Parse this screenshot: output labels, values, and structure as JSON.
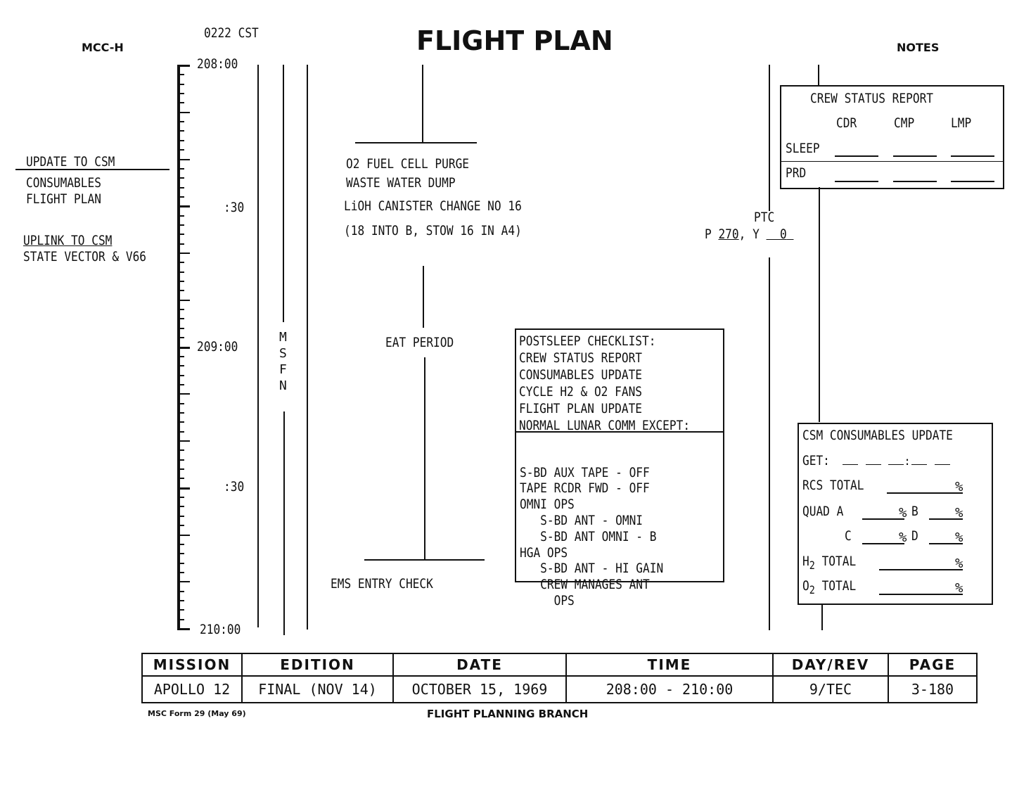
{
  "header": {
    "org": "MCC-H",
    "time_zone": "0222 CST",
    "title": "FLIGHT PLAN",
    "notes": "NOTES"
  },
  "timeline": {
    "t0": "208:00",
    "t1": ":30",
    "t2": "209:00",
    "t3": ":30",
    "t4": "210:00",
    "station": [
      "M",
      "S",
      "F",
      "N"
    ]
  },
  "left_notes": {
    "update_heading": "UPDATE TO CSM",
    "update_items": [
      "CONSUMABLES",
      "FLIGHT PLAN"
    ],
    "uplink_heading": "UPLINK TO CSM",
    "uplink_item": "STATE VECTOR & V66"
  },
  "activities": {
    "line1": "O2 FUEL CELL PURGE",
    "line2": "WASTE WATER DUMP",
    "line3": "LiOH CANISTER CHANGE NO 16",
    "line4": "(18 INTO B, STOW 16 IN A4)",
    "eat": "EAT PERIOD",
    "ems": "EMS ENTRY CHECK"
  },
  "ptc": {
    "label": "PTC",
    "p_prefix": "P ",
    "p_value": "270",
    "y_prefix": ", Y ",
    "y_value": "0"
  },
  "postsleep": {
    "items": [
      "POSTSLEEP CHECKLIST:",
      "CREW STATUS REPORT",
      "CONSUMABLES UPDATE",
      "CYCLE H2 & O2 FANS",
      "FLIGHT PLAN UPDATE",
      "NORMAL LUNAR COMM EXCEPT:"
    ],
    "sub": [
      "S-BD AUX TAPE - OFF",
      "TAPE RCDR FWD - OFF",
      "OMNI OPS",
      "   S-BD ANT - OMNI",
      "   S-BD ANT OMNI - B",
      "HGA OPS",
      "   S-BD ANT - HI GAIN",
      "   CREW MANAGES ANT",
      "     OPS"
    ]
  },
  "crew_status": {
    "title": "CREW STATUS REPORT",
    "cols": [
      "CDR",
      "CMP",
      "LMP"
    ],
    "rows": [
      "SLEEP",
      "PRD"
    ]
  },
  "consumables": {
    "title": "CSM CONSUMABLES UPDATE",
    "get": "GET:",
    "rcs": "RCS TOTAL",
    "quad": "QUAD A",
    "b": "B",
    "c": "C",
    "d": "D",
    "h2": "H",
    "o2": "O",
    "sub2": "2",
    "total": "TOTAL",
    "pct": "%"
  },
  "footer": {
    "headers": [
      "MISSION",
      "EDITION",
      "DATE",
      "TIME",
      "DAY/REV",
      "PAGE"
    ],
    "values": [
      "APOLLO 12",
      "FINAL (NOV 14)",
      "OCTOBER 15, 1969",
      "208:00 - 210:00",
      "9/TEC",
      "3-180"
    ],
    "form": "MSC Form 29 (May 69)",
    "branch": "FLIGHT PLANNING BRANCH"
  }
}
